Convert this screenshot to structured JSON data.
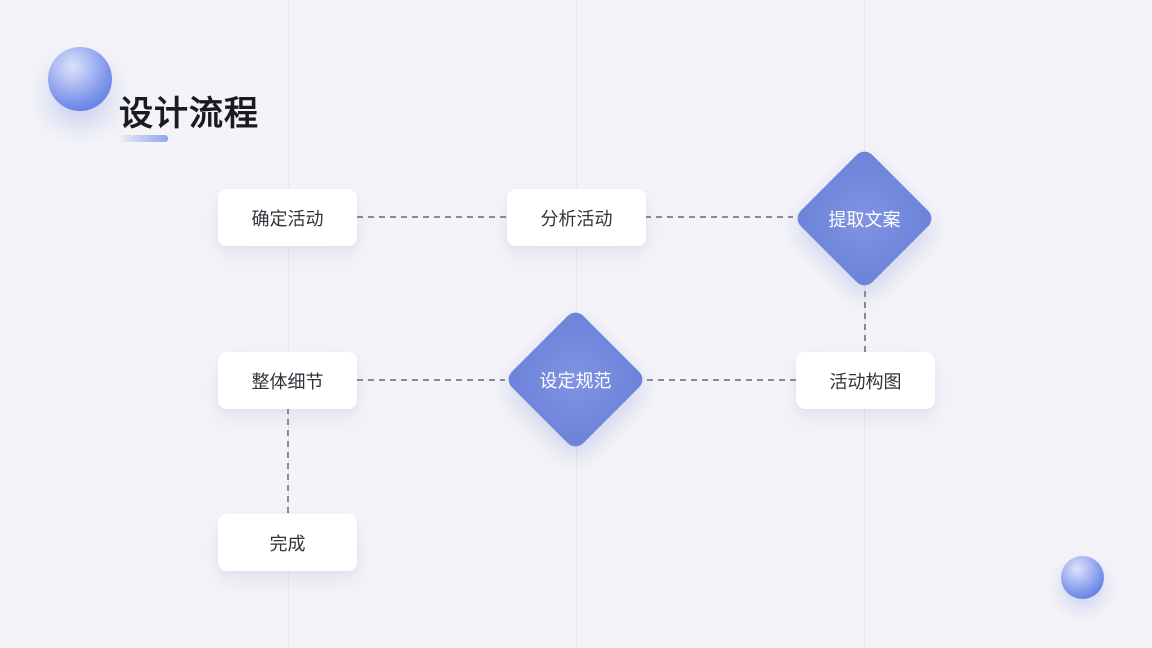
{
  "slide": {
    "title": "设计流程"
  },
  "flowchart": {
    "nodes": [
      {
        "label": "确定活动",
        "type": "box"
      },
      {
        "label": "分析活动",
        "type": "box"
      },
      {
        "label": "提取文案",
        "type": "diamond"
      },
      {
        "label": "整体细节",
        "type": "box"
      },
      {
        "label": "设定规范",
        "type": "diamond"
      },
      {
        "label": "活动构图",
        "type": "box"
      },
      {
        "label": "完成",
        "type": "box"
      }
    ],
    "connections": [
      {
        "from": "确定活动",
        "to": "分析活动",
        "style": "dashed"
      },
      {
        "from": "分析活动",
        "to": "提取文案",
        "style": "dashed"
      },
      {
        "from": "提取文案",
        "to": "活动构图",
        "style": "dashed"
      },
      {
        "from": "整体细节",
        "to": "设定规范",
        "style": "dashed"
      },
      {
        "from": "设定规范",
        "to": "活动构图",
        "style": "dashed"
      },
      {
        "from": "整体细节",
        "to": "完成",
        "style": "dashed"
      }
    ]
  },
  "colors": {
    "background": "#F4F4F8",
    "grid_line": "#E7E7ED",
    "accent_blue": "#7389DC",
    "node_background": "#FFFFFF",
    "node_text": "#33333B",
    "diamond_text": "#FFFFFF",
    "title_text": "#1A1A20",
    "connector": "#8A8A92"
  }
}
